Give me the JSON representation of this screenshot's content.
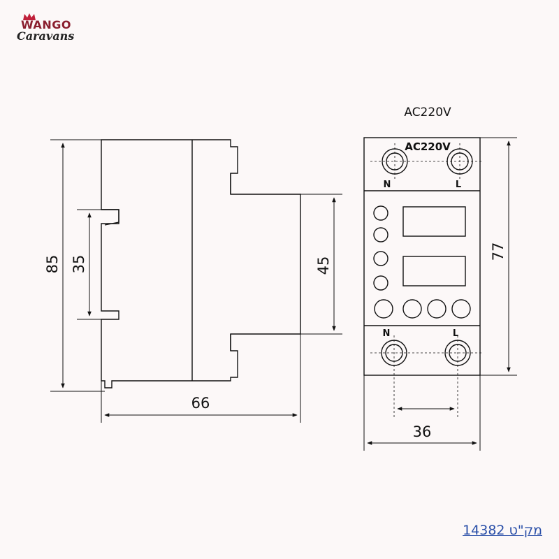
{
  "brand": {
    "name_top": "WANGO",
    "name_bottom": "Caravans",
    "crown_color": "#c0203a",
    "text_color": "#8a1e2e"
  },
  "diagram": {
    "title_above_front": "AC220V",
    "front_panel_label": "AC220V",
    "terminal_top_left": "N",
    "terminal_top_right": "L",
    "terminal_bottom_left": "N",
    "terminal_bottom_right": "L",
    "dim_total_height_side": "85",
    "dim_rail_height": "35",
    "dim_front_depth_height": "45",
    "dim_width_side": "66",
    "dim_front_height": "77",
    "dim_front_width": "36"
  },
  "product_code": "מק\"ט 14382"
}
